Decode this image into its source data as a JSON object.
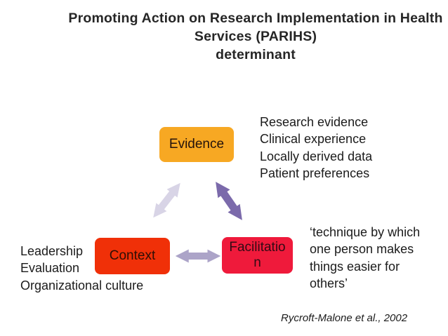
{
  "title": {
    "lines": [
      "Promoting Action on Research Implementation in Health",
      "Services (PARIHS)",
      "determinant"
    ]
  },
  "boxes": {
    "evidence": {
      "label": "Evidence",
      "fill": "#F7A823"
    },
    "context": {
      "label": "Context",
      "fill": "#F03008"
    },
    "facilitation": {
      "lines": [
        "Facilitatio",
        "n"
      ],
      "fill": "#EF1A3B"
    }
  },
  "notes": {
    "evidence": {
      "lines": [
        "Research evidence",
        "Clinical experience",
        "Locally derived data",
        "Patient preferences"
      ]
    },
    "context": {
      "lines": [
        "Leadership",
        "Evaluation",
        "Organizational culture"
      ]
    },
    "facilitation": {
      "lines": [
        "‘technique by which",
        "one person makes",
        "things easier for",
        "others’"
      ]
    }
  },
  "citation": "Rycroft-Malone et al., 2002",
  "colors": {
    "arrow_light": "#D8D4E6",
    "arrow_mid": "#ACA4C8",
    "arrow_dark": "#7B6AAB"
  }
}
